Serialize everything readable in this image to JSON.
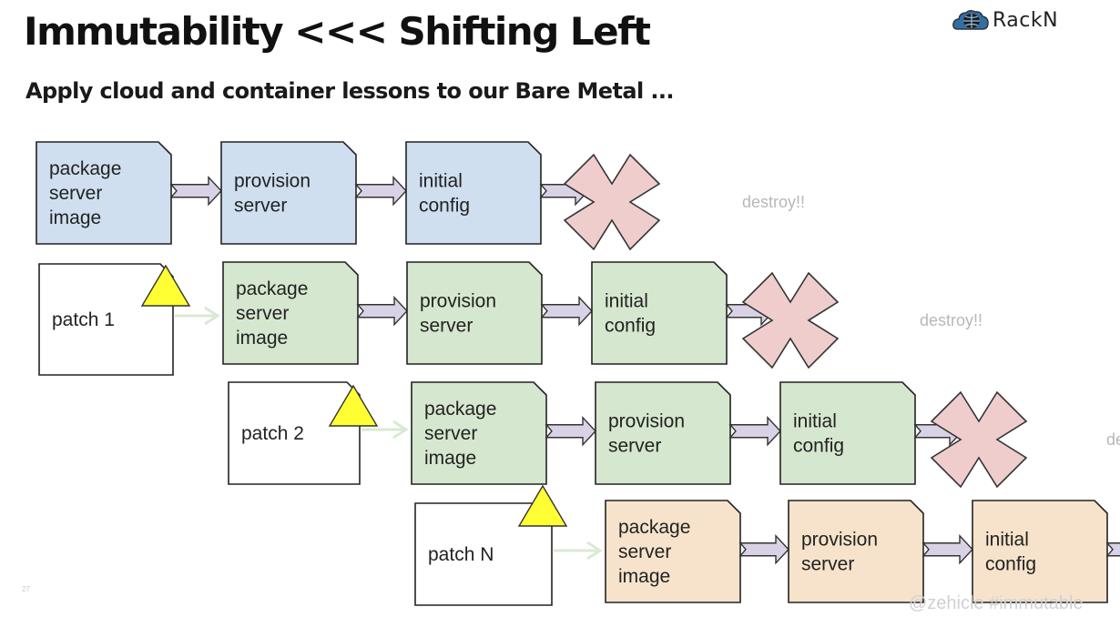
{
  "header": {
    "title": "Immutability <<< Shifting Left",
    "subtitle": "Apply cloud and container lessons to our Bare Metal ...",
    "logo_text": "RackN",
    "logo_icon": "cloud-globe-icon"
  },
  "footer": {
    "page_number": "27",
    "tag": "@zehicle #immutable"
  },
  "colors": {
    "row_blue": "#cfdff0",
    "row_green": "#d6e7cf",
    "row_peach": "#f7e3cb",
    "patch_fill": "#ffffff",
    "arrow_fill": "#d9d2e6",
    "patch_arrow": "#d9ead3",
    "x_fill": "#efcdcd",
    "triangle_fill": "#ffff33",
    "destroy_text": "#b8b8b8"
  },
  "rows": [
    {
      "patch": null,
      "color": "row_blue",
      "steps": [
        {
          "lines": [
            "package",
            "server",
            "image"
          ]
        },
        {
          "lines": [
            "provision",
            "server"
          ]
        },
        {
          "lines": [
            "initial",
            "config"
          ]
        }
      ],
      "destroy_label": "destroy!!"
    },
    {
      "patch": {
        "label": "patch 1"
      },
      "color": "row_green",
      "steps": [
        {
          "lines": [
            "package",
            "server",
            "image"
          ]
        },
        {
          "lines": [
            "provision",
            "server"
          ]
        },
        {
          "lines": [
            "initial",
            "config"
          ]
        }
      ],
      "destroy_label": "destroy!!"
    },
    {
      "patch": {
        "label": "patch 2"
      },
      "color": "row_green",
      "steps": [
        {
          "lines": [
            "package",
            "server",
            "image"
          ]
        },
        {
          "lines": [
            "provision",
            "server"
          ]
        },
        {
          "lines": [
            "initial",
            "config"
          ]
        }
      ],
      "destroy_label": "de"
    },
    {
      "patch": {
        "label": "patch N"
      },
      "color": "row_peach",
      "steps": [
        {
          "lines": [
            "package",
            "server",
            "image"
          ]
        },
        {
          "lines": [
            "provision",
            "server"
          ]
        },
        {
          "lines": [
            "initial",
            "config"
          ]
        }
      ],
      "destroy_label": ""
    }
  ]
}
